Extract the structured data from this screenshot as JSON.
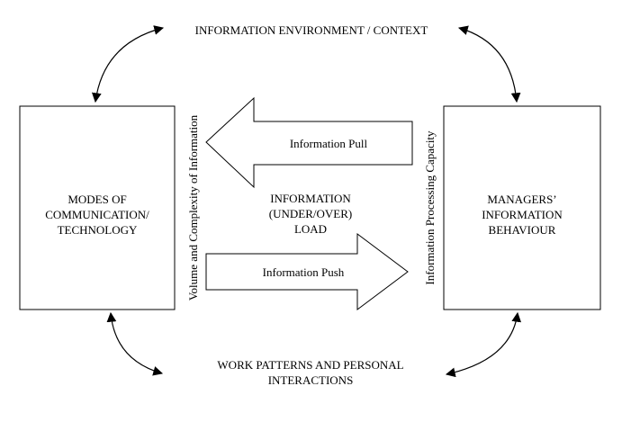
{
  "top_label": "INFORMATION ENVIRONMENT / CONTEXT",
  "bottom_label": [
    "WORK PATTERNS AND PERSONAL",
    "INTERACTIONS"
  ],
  "left_box": [
    "MODES OF",
    "COMMUNICATION/",
    "TECHNOLOGY"
  ],
  "right_box": [
    "MANAGERS’",
    "INFORMATION",
    "BEHAVIOUR"
  ],
  "center": [
    "INFORMATION",
    "(UNDER/OVER)",
    "LOAD"
  ],
  "pull_label": "Information Pull",
  "push_label": "Information Push",
  "left_vertical": "Volume and Complexity of Information",
  "right_vertical": "Information Processing Capacity"
}
